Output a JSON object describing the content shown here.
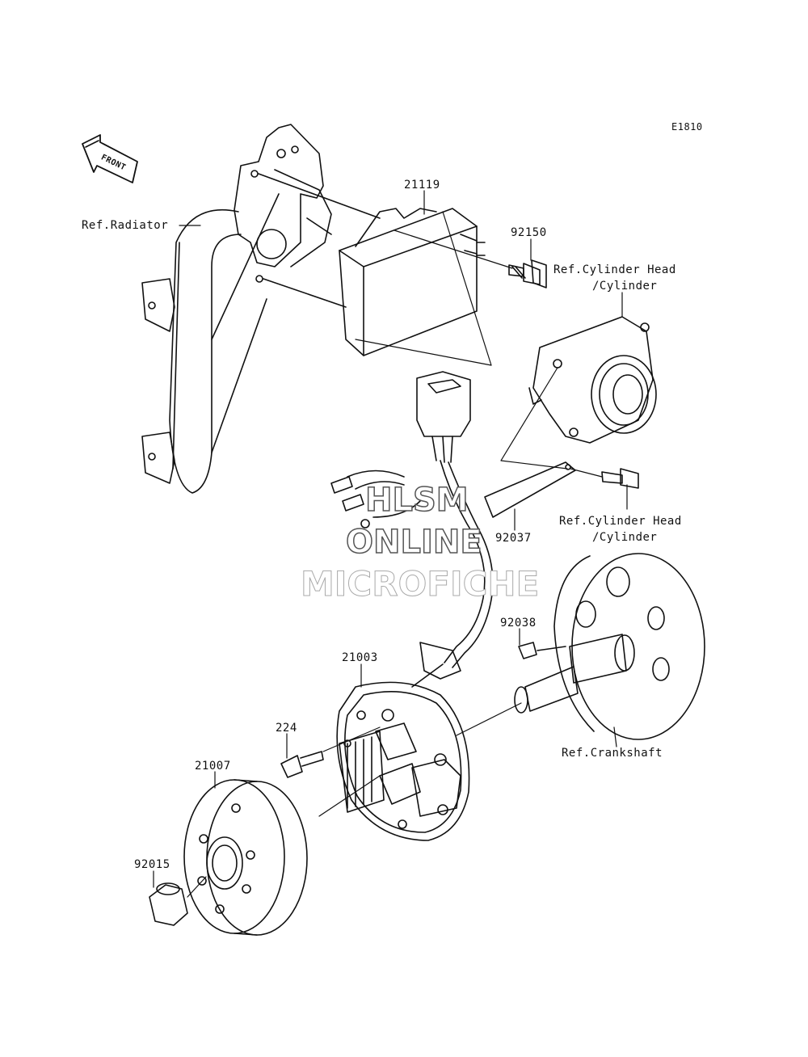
{
  "diagram_code": "E1810",
  "front_label": "FRONT",
  "watermark": {
    "line1": "HLSM",
    "line2": "ONLINE",
    "line3": "MICROFICHE"
  },
  "parts": [
    {
      "id": "21119"
    },
    {
      "id": "92150"
    },
    {
      "id": "92037"
    },
    {
      "id": "92038"
    },
    {
      "id": "21003"
    },
    {
      "id": "224"
    },
    {
      "id": "21007"
    },
    {
      "id": "92015"
    }
  ],
  "references": {
    "radiator": "Ref.Radiator",
    "cyl_head_1_line1": "Ref.Cylinder Head",
    "cyl_head_1_line2": "/Cylinder",
    "cyl_head_2_line1": "Ref.Cylinder Head",
    "cyl_head_2_line2": "/Cylinder",
    "crankshaft": "Ref.Crankshaft"
  }
}
